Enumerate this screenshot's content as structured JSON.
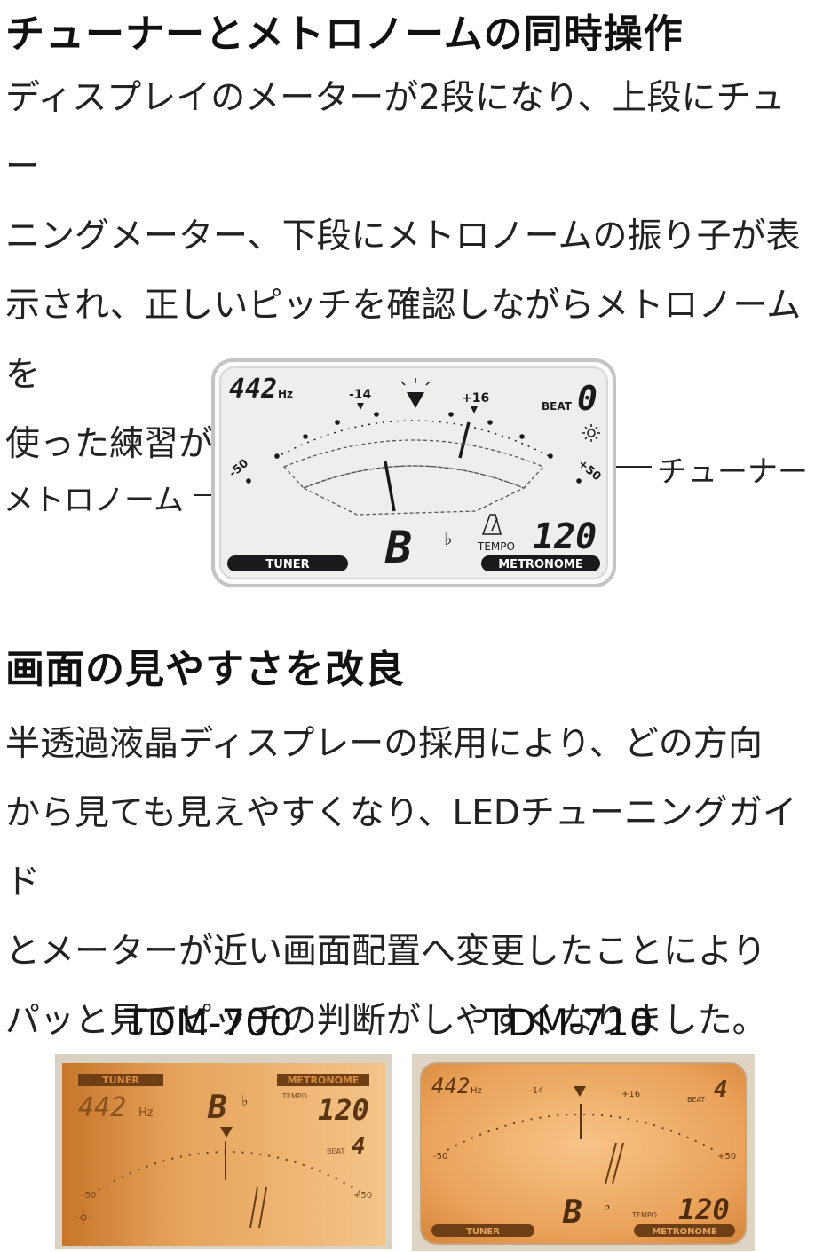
{
  "section1": {
    "title": "チューナーとメトロノームの同時操作",
    "body": "ディスプレイのメーターが2段になり、上段にチュー\nニングメーター、下段にメトロノームの振り子が表\n示され、正しいピッチを確認しながらメトロノームを\n使った練習が出来ます。"
  },
  "diagram": {
    "freq": "442",
    "freq_unit": "Hz",
    "mark_minus14": "-14",
    "mark_plus16": "+16",
    "mark_minus50": "-50",
    "mark_plus50": "+50",
    "beat_label": "BEAT",
    "beat_value": "0",
    "note": "B",
    "accidental": "♭",
    "tempo_label": "TEMPO",
    "tempo_value": "120",
    "tuner_badge": "TUNER",
    "metronome_badge": "METRONOME",
    "callout_metronome": "メトロノーム",
    "callout_tuner": "チューナー"
  },
  "section2": {
    "title": "画面の見やすさを改良",
    "body": "半透過液晶ディスプレーの採用により、どの方向\nから見ても見えやすくなり、LEDチューニングガイド\nとメーターが近い画面配置へ変更したことにより\nパッと見てピッチの判断がしやすくなりました。"
  },
  "models": {
    "left": {
      "name": "TDM-700",
      "tuner_badge": "TUNER",
      "metronome_badge": "METRONOME",
      "freq": "442",
      "freq_unit": "Hz",
      "note": "B",
      "accidental": "♭",
      "tempo_label": "TEMPO",
      "tempo_value": "120",
      "beat_label": "BEAT",
      "beat_value": "4",
      "mark_minus50": "-50",
      "mark_plus50": "+50"
    },
    "right": {
      "name": "TDM-710",
      "freq": "442",
      "freq_unit": "Hz",
      "mark_minus14": "-14",
      "mark_plus16": "+16",
      "beat_label": "BEAT",
      "beat_value": "4",
      "mark_minus50": "-50",
      "mark_plus50": "+50",
      "note": "B",
      "accidental": "♭",
      "tempo_label": "TEMPO",
      "tempo_value": "120",
      "tuner_badge": "TUNER",
      "metronome_badge": "METRONOME"
    }
  },
  "colors": {
    "lcd_bg": "#f2f2f0",
    "lcd_frame": "#bdbdbd",
    "segment": "#1a1a1a",
    "amber_light": "#f3b46a",
    "amber_dark": "#b86a22"
  }
}
